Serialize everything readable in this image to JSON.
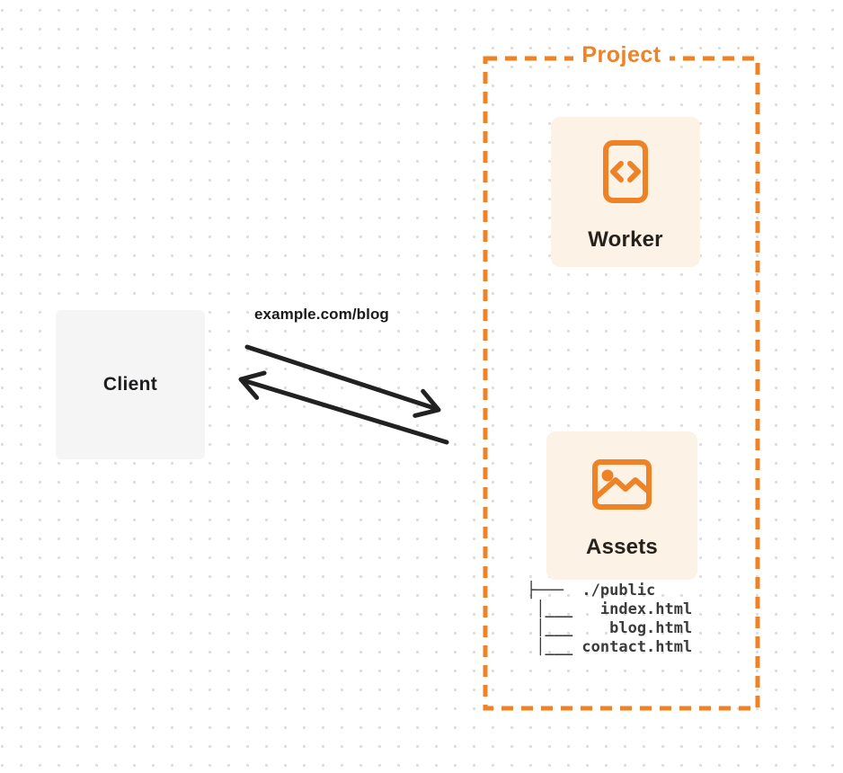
{
  "colors": {
    "accent_orange": "#ee8227",
    "card_cream": "#fcf2e5",
    "client_gray": "#f5f5f6",
    "arrow_dark": "#212121",
    "dot_gray": "#dcdcdc",
    "text_dark": "#26221e"
  },
  "client": {
    "label": "Client"
  },
  "request": {
    "label": "example.com/blog"
  },
  "project": {
    "label": "Project",
    "worker": {
      "label": "Worker",
      "icon": "code-document-icon"
    },
    "assets": {
      "label": "Assets",
      "icon": "image-icon",
      "file_tree": {
        "root": "./public",
        "files": [
          "index.html",
          "blog.html",
          "contact.html"
        ],
        "tree_text": "├───  ./public\n │___   index.html\n │___    blog.html\n │___ contact.html"
      }
    }
  }
}
